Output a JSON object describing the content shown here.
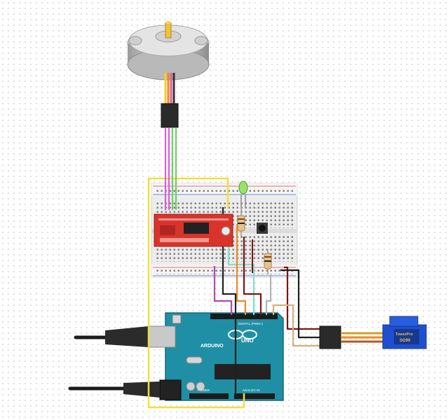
{
  "arduino": {
    "logo_text": "ARDUINO",
    "model_text": "UNO",
    "digital_label": "DIGITAL (PWM~)",
    "analog_label": "ANALOG IN",
    "power_label": "POWER"
  },
  "servo": {
    "brand_text": "TowerPro",
    "model_text": "SG90"
  },
  "colors": {
    "arduino_board": "#1f8fa5",
    "breadboard": "#e9e9e9",
    "driver_board": "#d9342b",
    "servo_body": "#1f4fd0",
    "wire_yellow": "#f2df3a",
    "wire_pink": "#d85fd8",
    "wire_green": "#6fcf6a",
    "wire_black": "#202020",
    "wire_darkred": "#7a1515",
    "wire_cyan": "#7ee0d0",
    "wire_orange": "#ef8a20"
  }
}
